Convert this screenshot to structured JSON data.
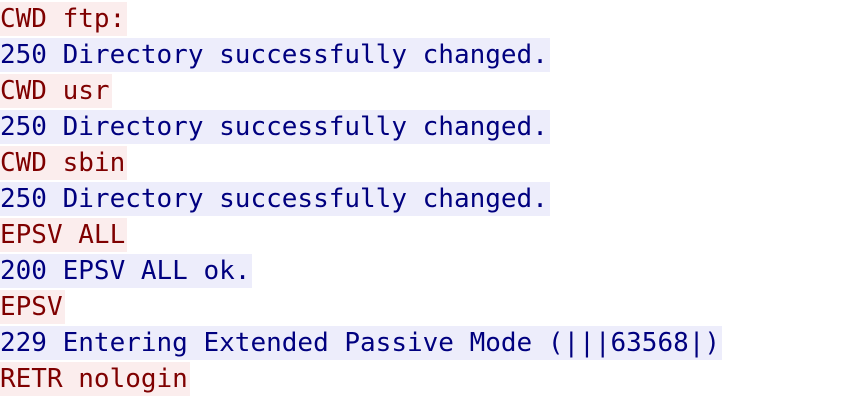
{
  "stream": {
    "client_fg": "#7f0000",
    "client_bg": "#fbeded",
    "server_fg": "#00007f",
    "server_bg": "#ededfb",
    "lines": [
      {
        "role": "client",
        "text": "CWD ftp:"
      },
      {
        "role": "server",
        "text": "250 Directory successfully changed."
      },
      {
        "role": "client",
        "text": "CWD usr"
      },
      {
        "role": "server",
        "text": "250 Directory successfully changed."
      },
      {
        "role": "client",
        "text": "CWD sbin"
      },
      {
        "role": "server",
        "text": "250 Directory successfully changed."
      },
      {
        "role": "client",
        "text": "EPSV ALL"
      },
      {
        "role": "server",
        "text": "200 EPSV ALL ok."
      },
      {
        "role": "client",
        "text": "EPSV"
      },
      {
        "role": "server",
        "text": "229 Entering Extended Passive Mode (|||63568|)"
      },
      {
        "role": "client",
        "text": "RETR nologin"
      }
    ]
  }
}
